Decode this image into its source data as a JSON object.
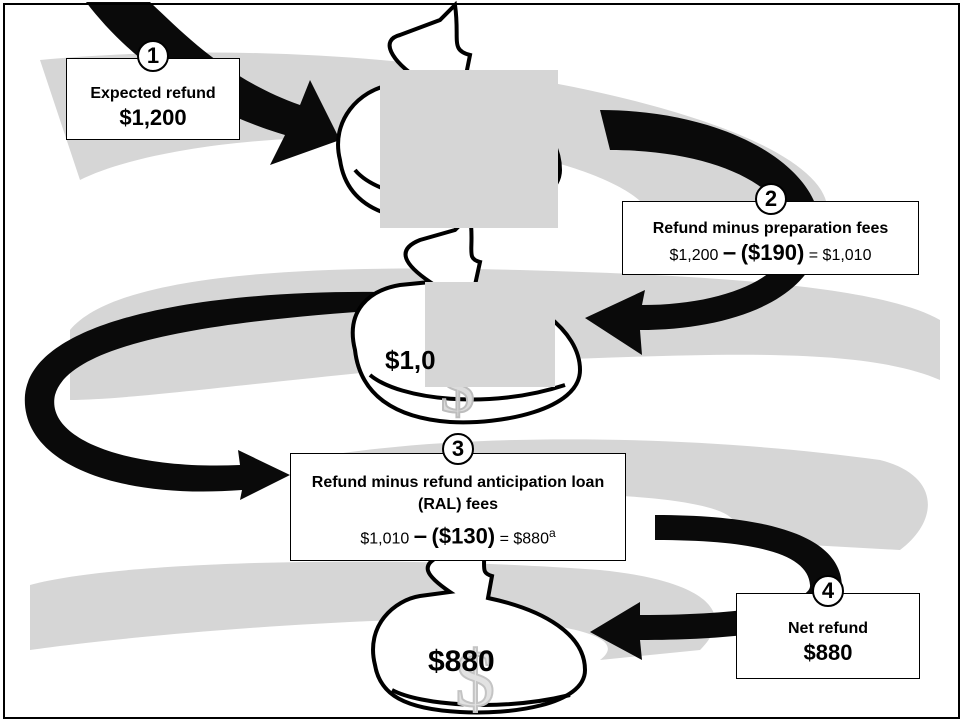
{
  "steps": [
    {
      "number": "1",
      "title": "Expected refund",
      "amount": "$1,200"
    },
    {
      "number": "2",
      "title": "Refund minus preparation fees",
      "formula": {
        "start": "$1,200",
        "minus": "–",
        "fee": "($190)",
        "equals": "= $1,010"
      }
    },
    {
      "number": "3",
      "title": "Refund minus refund anticipation loan (RAL) fees",
      "formula": {
        "start": "$1,010",
        "minus": "–",
        "fee": "($130)",
        "equals": "= $880",
        "footnote": "a"
      }
    },
    {
      "number": "4",
      "title": "Net refund",
      "amount": "$880"
    }
  ],
  "bags": {
    "middle_label_partial": "$1,0",
    "final_label": "$880"
  },
  "colors": {
    "arrow": "#0a0a0a",
    "ribbon": "#d4d4d4",
    "redaction": "#d6d6d6",
    "border": "#000000"
  },
  "icons": [
    "money-bag-icon",
    "dollar-sign-icon",
    "curved-arrow-icon"
  ]
}
